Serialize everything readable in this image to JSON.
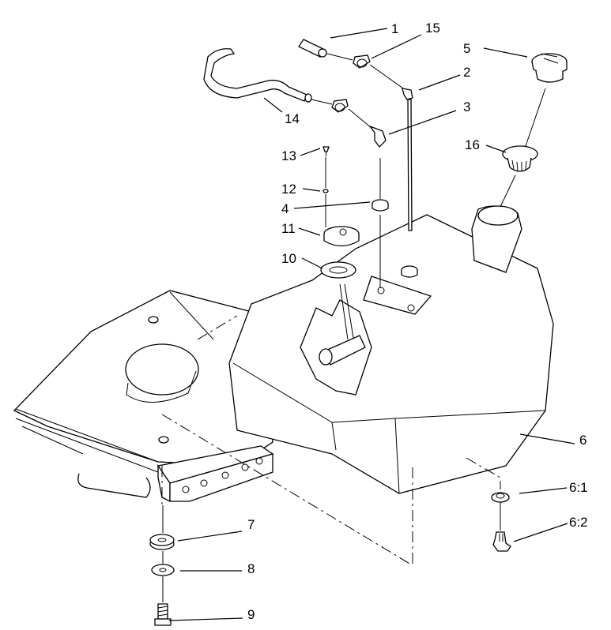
{
  "callouts": {
    "c1": "1",
    "c2": "2",
    "c3": "3",
    "c4": "4",
    "c5": "5",
    "c6": "6",
    "c6_1": "6:1",
    "c6_2": "6:2",
    "c7": "7",
    "c8": "8",
    "c9": "9",
    "c10": "10",
    "c11": "11",
    "c12": "12",
    "c13": "13",
    "c14": "14",
    "c15": "15",
    "c16": "16"
  }
}
